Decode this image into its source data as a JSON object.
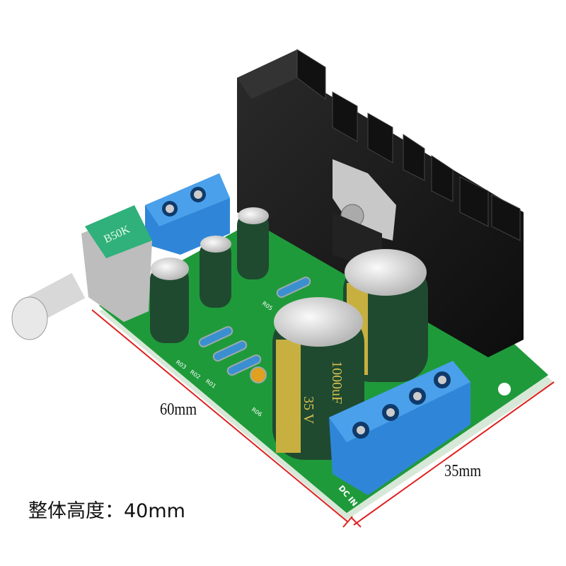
{
  "dimensions": {
    "length": "60mm",
    "width": "35mm",
    "overall_height": "整体高度：40mm"
  },
  "board_markings": {
    "potentiometer": "B50K",
    "power_input": "DC IN",
    "cap_voltage": "35 V",
    "cap_value": "1000uF",
    "resistors": [
      "R03",
      "R02",
      "R01",
      "R05",
      "R06"
    ]
  },
  "colors": {
    "pcb": "#1f9a3a",
    "terminal": "#2f86d8",
    "heatsink": "#1a1a1a",
    "dimension_line": "#e02020",
    "capacitor": "#1f4a30"
  }
}
